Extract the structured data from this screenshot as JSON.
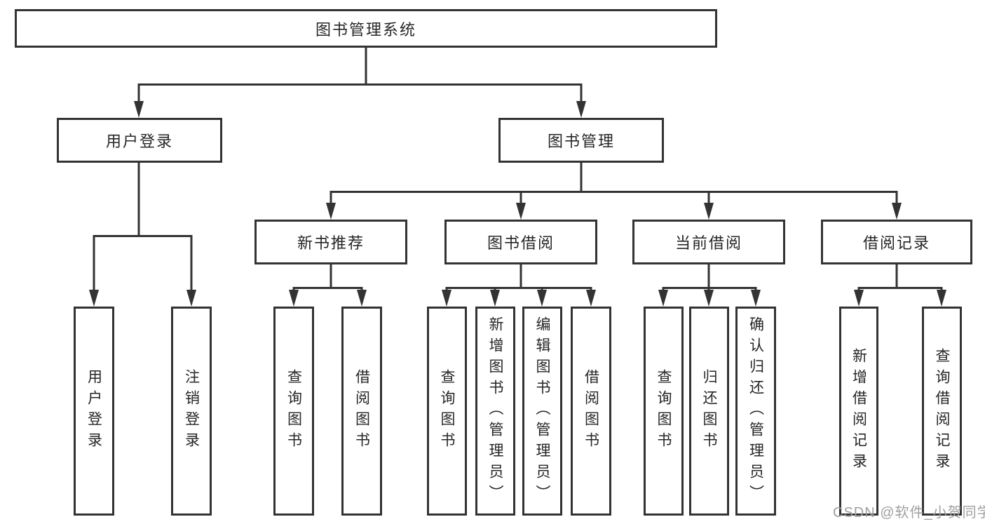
{
  "diagram": {
    "root": {
      "label": "图书管理系统"
    },
    "level2": [
      {
        "label": "用户登录"
      },
      {
        "label": "图书管理"
      }
    ],
    "level3": [
      {
        "label": "新书推荐",
        "parent": "图书管理"
      },
      {
        "label": "图书借阅",
        "parent": "图书管理"
      },
      {
        "label": "当前借阅",
        "parent": "图书管理"
      },
      {
        "label": "借阅记录",
        "parent": "图书管理"
      }
    ],
    "leaves": [
      {
        "label": "用户登录",
        "parent": "用户登录"
      },
      {
        "label": "注销登录",
        "parent": "用户登录"
      },
      {
        "label": "查询图书",
        "parent": "新书推荐"
      },
      {
        "label": "借阅图书",
        "parent": "新书推荐"
      },
      {
        "label": "查询图书",
        "parent": "图书借阅"
      },
      {
        "label": "新增图书（管理员）",
        "parent": "图书借阅"
      },
      {
        "label": "编辑图书（管理员）",
        "parent": "图书借阅"
      },
      {
        "label": "借阅图书",
        "parent": "图书借阅"
      },
      {
        "label": "查询图书",
        "parent": "当前借阅"
      },
      {
        "label": "归还图书",
        "parent": "当前借阅"
      },
      {
        "label": "确认归还（管理员）",
        "parent": "当前借阅"
      },
      {
        "label": "新增借阅记录",
        "parent": "借阅记录"
      },
      {
        "label": "查询借阅记录",
        "parent": "借阅记录"
      }
    ],
    "watermark": "CSDN @软件_小贺同学",
    "colors": {
      "line": "#333333",
      "text": "#262626",
      "watermark": "#a0a0a0",
      "background": "#ffffff"
    }
  }
}
